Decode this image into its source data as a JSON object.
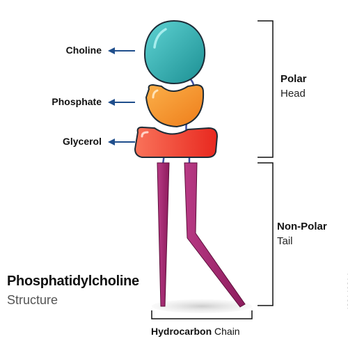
{
  "diagram": {
    "labels": {
      "choline": "Choline",
      "phosphate": "Phosphate",
      "glycerol": "Glycerol"
    },
    "polar_head": {
      "title": "Polar",
      "subtitle": "Head"
    },
    "nonpolar_tail": {
      "title": "Non-Polar",
      "subtitle": "Tail"
    },
    "caption": {
      "title": "Phosphatidylcholine",
      "subtitle": "Structure"
    },
    "chain": {
      "bold": "Hydrocarbon",
      "regular": "Chain"
    },
    "watermark": "439140214",
    "colors": {
      "choline": "#2ab3b5",
      "phosphate": "#f7931e",
      "glycerol": "#f04e37",
      "tail": "#a2276e",
      "outline": "#1d2b36",
      "arrow": "#1f4e8c",
      "linker": "#3f4fa0"
    }
  }
}
